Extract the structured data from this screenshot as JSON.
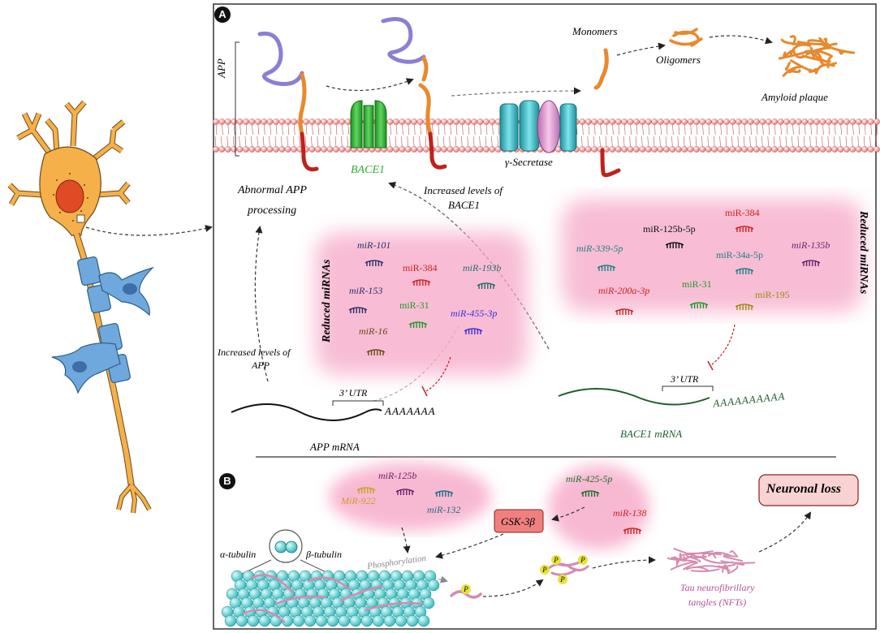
{
  "panels": {
    "a": "A",
    "b": "B"
  },
  "colors": {
    "membrane_head": "#f08a8a",
    "app_purple": "#8b7fd4",
    "app_orange": "#e8892e",
    "app_red": "#c0211b",
    "bace1_green": "#3fbf3f",
    "secretase_cyan": "#4dc8d2",
    "secretase_pink": "#e6a3d6",
    "mirna_cloud": "#f6a7c7",
    "neuron_orange": "#f5b04a",
    "myelin_blue": "#6fa8dc",
    "tau_pink": "#d58bb0",
    "microtubule": "#6fd6d6"
  },
  "panel_a": {
    "app_label": "APP",
    "bace1": "BACE1",
    "secretase": "γ-Secretase",
    "monomers": "Monomers",
    "oligomers": "Oligomers",
    "plaque": "Amyloid plaque",
    "abnormal_processing": [
      "Abnormal APP",
      "processing"
    ],
    "increased_bace1": [
      "Increased levels of",
      "BACE1"
    ],
    "increased_app": [
      "Increased levels of",
      "APP"
    ],
    "reduced_left": "Reduced miRNAs",
    "reduced_right": "Reduced miRNAs",
    "left_mirnas": [
      {
        "name": "miR-101",
        "color": "#2b2f6e",
        "italic": true
      },
      {
        "name": "miR-384",
        "color": "#d11f1f",
        "italic": false
      },
      {
        "name": "miR-193b",
        "color": "#1f6f6a",
        "italic": true
      },
      {
        "name": "miR-153",
        "color": "#2b2f6e",
        "italic": true
      },
      {
        "name": "miR-31",
        "color": "#1f9a2a",
        "italic": false
      },
      {
        "name": "miR-455-3p",
        "color": "#3a2fd6",
        "italic": true
      },
      {
        "name": "miR-16",
        "color": "#6b4a12",
        "italic": true
      }
    ],
    "right_mirnas": [
      {
        "name": "miR-384",
        "color": "#d11f1f",
        "italic": false
      },
      {
        "name": "miR-125b-5p",
        "color": "#111111",
        "italic": false
      },
      {
        "name": "miR-339-5p",
        "color": "#1f7f86",
        "italic": true
      },
      {
        "name": "miR-34a-5p",
        "color": "#1f7f86",
        "italic": false
      },
      {
        "name": "miR-135b",
        "color": "#6b1f6b",
        "italic": true
      },
      {
        "name": "miR-200a-3p",
        "color": "#d11f1f",
        "italic": true
      },
      {
        "name": "miR-31",
        "color": "#1f9a2a",
        "italic": false
      },
      {
        "name": "miR-195",
        "color": "#9a8a10",
        "italic": false
      }
    ],
    "app_mrna": {
      "utr": "3’ UTR",
      "polya": "AAAAAAA",
      "name": "APP mRNA"
    },
    "bace1_mrna": {
      "utr": "3’ UTR",
      "polya": "AAAAAAAAAA",
      "name": "BACE1 mRNA"
    }
  },
  "panel_b": {
    "left_mirnas": [
      {
        "name": "miR-125b",
        "color": "#6b1f6b"
      },
      {
        "name": "MiR-922",
        "color": "#c9a020"
      },
      {
        "name": "miR-132",
        "color": "#1f6f86"
      }
    ],
    "right_mirnas": [
      {
        "name": "miR-425-5p",
        "color": "#1f6f2a"
      },
      {
        "name": "miR-138",
        "color": "#d11f1f"
      }
    ],
    "gsk": "GSK-3β",
    "alpha_tubulin": "α-tubulin",
    "beta_tubulin": "β-tubulin",
    "phosphorylation": "Phosphorylation",
    "p": "P",
    "tangles": [
      "Tau neurofibrillary",
      "tangles (NFTs)"
    ],
    "neuronal_loss": "Neuronal loss"
  }
}
